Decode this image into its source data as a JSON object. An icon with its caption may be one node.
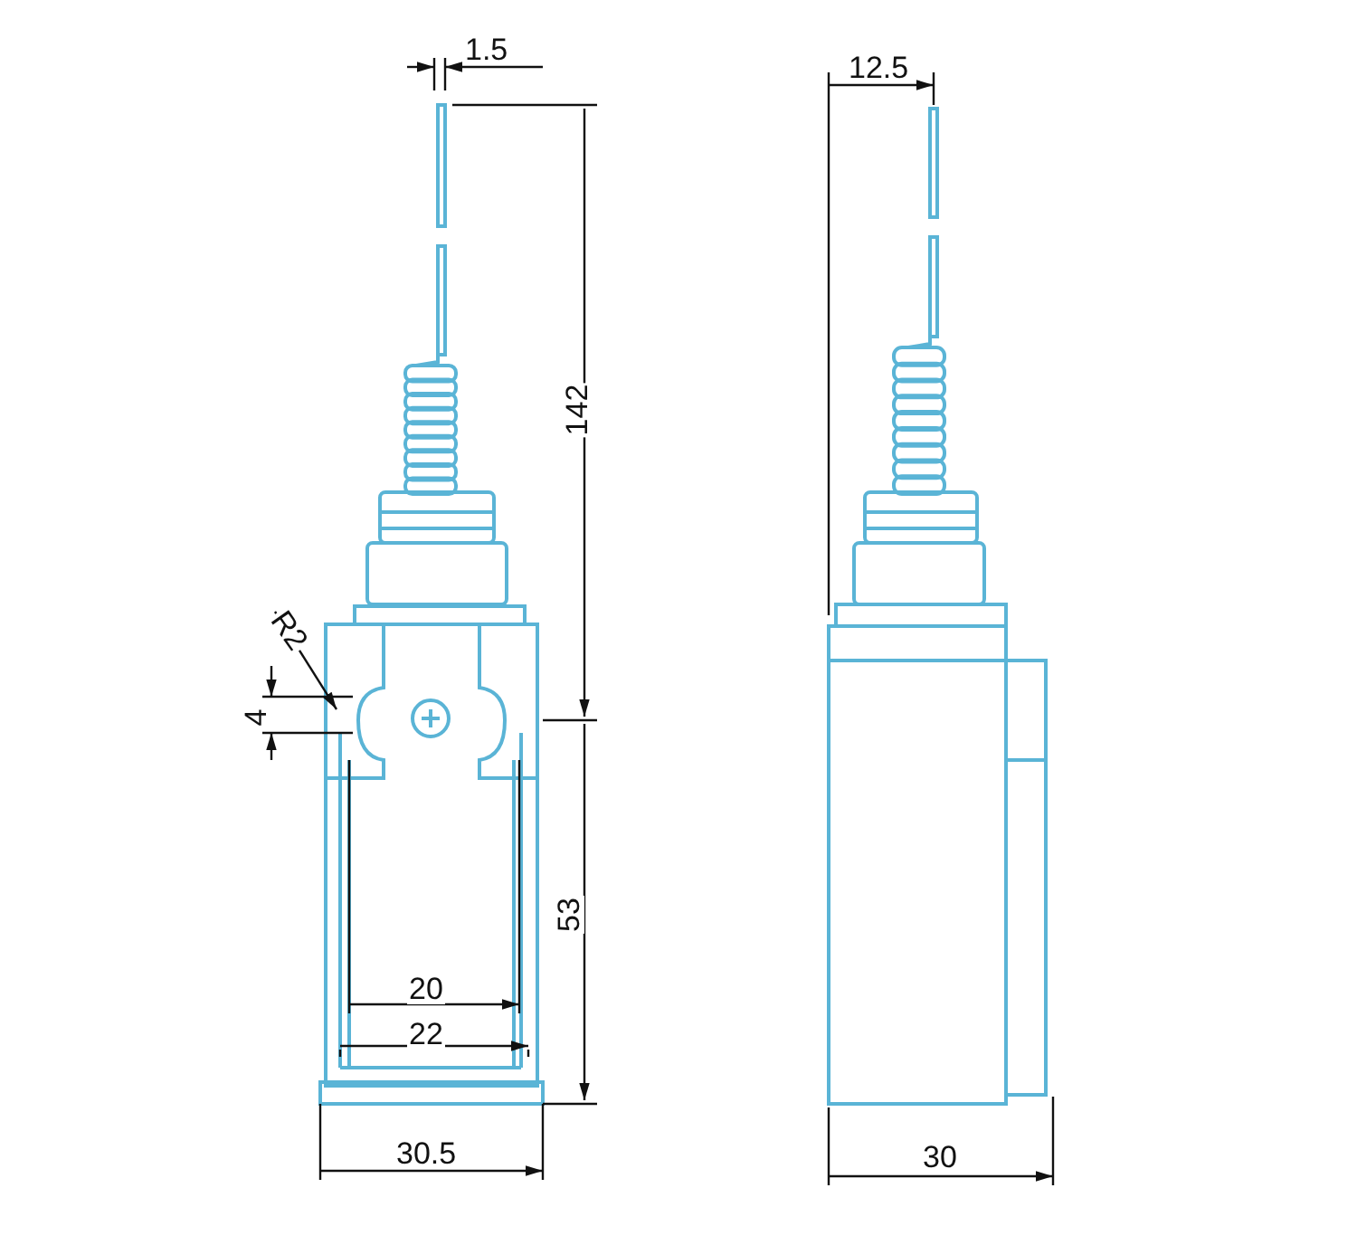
{
  "diagram": {
    "labels": [
      "1.5",
      "12.5",
      "142",
      "R2",
      "4",
      "53",
      "20",
      "22",
      "30.5",
      "30"
    ]
  }
}
